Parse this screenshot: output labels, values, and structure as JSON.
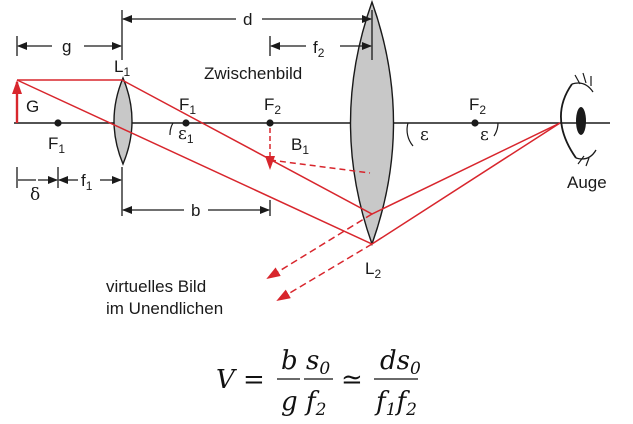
{
  "labels": {
    "d": "d",
    "g": "g",
    "f2_top": "f",
    "f2_top_sub": "2",
    "zwischenbild": "Zwischenbild",
    "L1": "L",
    "L1_sub": "1",
    "L2": "L",
    "L2_sub": "2",
    "G": "G",
    "F1_left": "F",
    "F1_left_sub": "1",
    "F1_mid": "F",
    "F1_mid_sub": "1",
    "F2_mid": "F",
    "F2_mid_sub": "2",
    "F2_right": "F",
    "F2_right_sub": "2",
    "B1": "B",
    "B1_sub": "1",
    "eps1": "ε",
    "eps1_sub": "1",
    "eps_a": "ε",
    "eps_b": "ε",
    "delta": "δ",
    "f1": "f",
    "f1_sub": "1",
    "b": "b",
    "auge": "Auge",
    "virt_line1": "virtuelles Bild",
    "virt_line2": "im Unendlichen"
  },
  "formula": {
    "V": "V",
    "eq": "=",
    "b": "b",
    "g": "g",
    "s": "s",
    "s_sub": "0",
    "f": "f",
    "f_sub": "2",
    "approx": "≃",
    "ds": "ds",
    "ds_sub": "0",
    "f1": "f",
    "f1_sub": "1",
    "f2": "f",
    "f2_sub": "2"
  },
  "colors": {
    "ray": "#d8262d",
    "lens_fill": "#c8c8c8",
    "line": "#1a1a1a"
  },
  "icons": [
    "eye-icon",
    "object-arrow-icon",
    "focal-point-dot"
  ]
}
